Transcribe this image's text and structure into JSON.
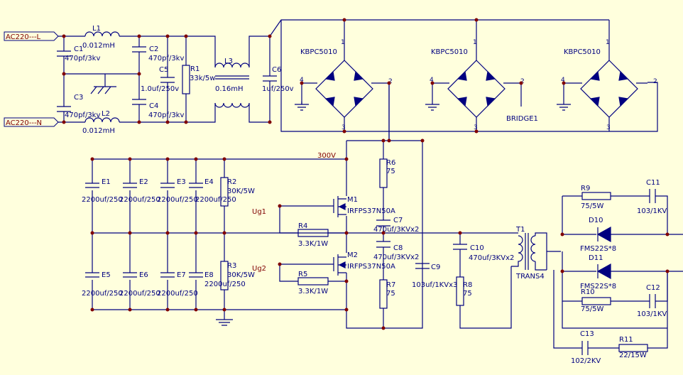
{
  "labels": {
    "ac_l": "AC220---L",
    "ac_n": "AC220---N",
    "rail_300v": "300V",
    "ug1": "Ug1",
    "ug2": "Ug2",
    "bridge": "BRIDGE1",
    "trans": "TRANS4",
    "t1": "T1"
  },
  "bridges": [
    {
      "name": "KBPC5010",
      "pin1": "1",
      "pin2": "2",
      "pin3": "3",
      "pin4": "4"
    },
    {
      "name": "KBPC5010",
      "pin1": "1",
      "pin2": "2",
      "pin3": "3",
      "pin4": "4"
    },
    {
      "name": "KBPC5010",
      "pin1": "1",
      "pin2": "2",
      "pin3": "3",
      "pin4": "4"
    }
  ],
  "components": {
    "L1": {
      "ref": "L1",
      "value": "0.012mH"
    },
    "L2": {
      "ref": "L2",
      "value": "0.012mH"
    },
    "L3": {
      "ref": "L3",
      "value": "0.16mH"
    },
    "C1": {
      "ref": "C1",
      "value": "470pf/3kv"
    },
    "C2": {
      "ref": "C2",
      "value": "470pf/3kv"
    },
    "C3": {
      "ref": "C3",
      "value": "470pf/3kv"
    },
    "C4": {
      "ref": "C4",
      "value": "470pf/3kv"
    },
    "C5": {
      "ref": "C5",
      "value": "1.0uf/250v"
    },
    "C6": {
      "ref": "C6",
      "value": "1uf/250v"
    },
    "R1": {
      "ref": "R1",
      "value": "33k/5w"
    },
    "E1": {
      "ref": "E1",
      "value": "2200uf/250"
    },
    "E2": {
      "ref": "E2",
      "value": "2200uf/250"
    },
    "E3": {
      "ref": "E3",
      "value": "2200uf/250"
    },
    "E4": {
      "ref": "E4",
      "value": "2200uf/250"
    },
    "E5": {
      "ref": "E5",
      "value": "2200uf/250"
    },
    "E6": {
      "ref": "E6",
      "value": "2200uf/250"
    },
    "E7": {
      "ref": "E7",
      "value": "2200uf/250"
    },
    "E8": {
      "ref": "E8",
      "value": "2200uf/250"
    },
    "R2": {
      "ref": "R2",
      "value": "30K/5W"
    },
    "R3": {
      "ref": "R3",
      "value": "30K/5W"
    },
    "M1": {
      "ref": "M1",
      "value": "IRFPS37N50A"
    },
    "M2": {
      "ref": "M2",
      "value": "IRFPS37N50A"
    },
    "R4": {
      "ref": "R4",
      "value": "3.3K/1W"
    },
    "R5": {
      "ref": "R5",
      "value": "3.3K/1W"
    },
    "R6": {
      "ref": "R6",
      "value": "75"
    },
    "R7": {
      "ref": "R7",
      "value": "75"
    },
    "R8": {
      "ref": "R8",
      "value": "75"
    },
    "C7": {
      "ref": "C7",
      "value": "470uf/3KVx2"
    },
    "C8": {
      "ref": "C8",
      "value": "470uf/3KVx2"
    },
    "C9": {
      "ref": "C9",
      "value": "103uf/1KVx3"
    },
    "C10": {
      "ref": "C10",
      "value": "470uf/3KVx2"
    },
    "R9": {
      "ref": "R9",
      "value": "75/5W"
    },
    "R10": {
      "ref": "R10",
      "value": "75/5W"
    },
    "R11": {
      "ref": "R11",
      "value": "22/15W"
    },
    "C11": {
      "ref": "C11",
      "value": "103/1KV"
    },
    "C12": {
      "ref": "C12",
      "value": "103/1KV"
    },
    "C13": {
      "ref": "C13",
      "value": "102/2KV"
    },
    "D10": {
      "ref": "D10",
      "value": "FMS22S*8"
    },
    "D11": {
      "ref": "D11",
      "value": "FMS22S*8"
    }
  },
  "colors": {
    "background": "#FFFFDD",
    "wire": "#000080",
    "junction": "#800000",
    "net_label": "#800000"
  }
}
